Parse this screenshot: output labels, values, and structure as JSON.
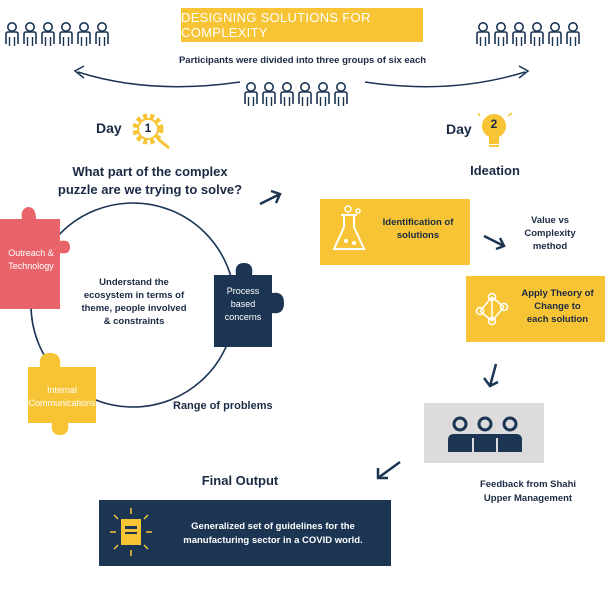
{
  "title": "DESIGNING SOLUTIONS FOR COMPLEXITY",
  "participants_note": "Participants were divided into three groups of six each",
  "day1": {
    "label": "Day",
    "number": "1",
    "question_line1": "What part of the complex",
    "question_line2": "puzzle are we trying to solve?",
    "cycle_text": [
      "Understand the",
      "ecosystem in terms of",
      "theme, people involved",
      "& constraints"
    ],
    "range_label": "Range of problems",
    "pieces": {
      "outreach": [
        "Outreach &",
        "Technology"
      ],
      "process": [
        "Process",
        "based",
        "concerns"
      ],
      "internal": [
        "Internal",
        "Communications"
      ]
    }
  },
  "day2": {
    "label": "Day",
    "number": "2",
    "heading": "Ideation",
    "identification": [
      "Identification of",
      "solutions"
    ],
    "value_complexity": [
      "Value vs",
      "Complexity",
      "method"
    ],
    "theory_of_change": [
      "Apply Theory of",
      "Change to",
      "each solution"
    ],
    "feedback": [
      "Feedback from Shahi",
      "Upper Management"
    ]
  },
  "final": {
    "heading": "Final Output",
    "text": [
      "Generalized set of guidelines for the",
      "manufacturing sector in a COVID world."
    ]
  },
  "colors": {
    "navy": "#1b3553",
    "yellow": "#f6c434",
    "coral": "#e8646a",
    "grey": "#dcdcdc"
  }
}
